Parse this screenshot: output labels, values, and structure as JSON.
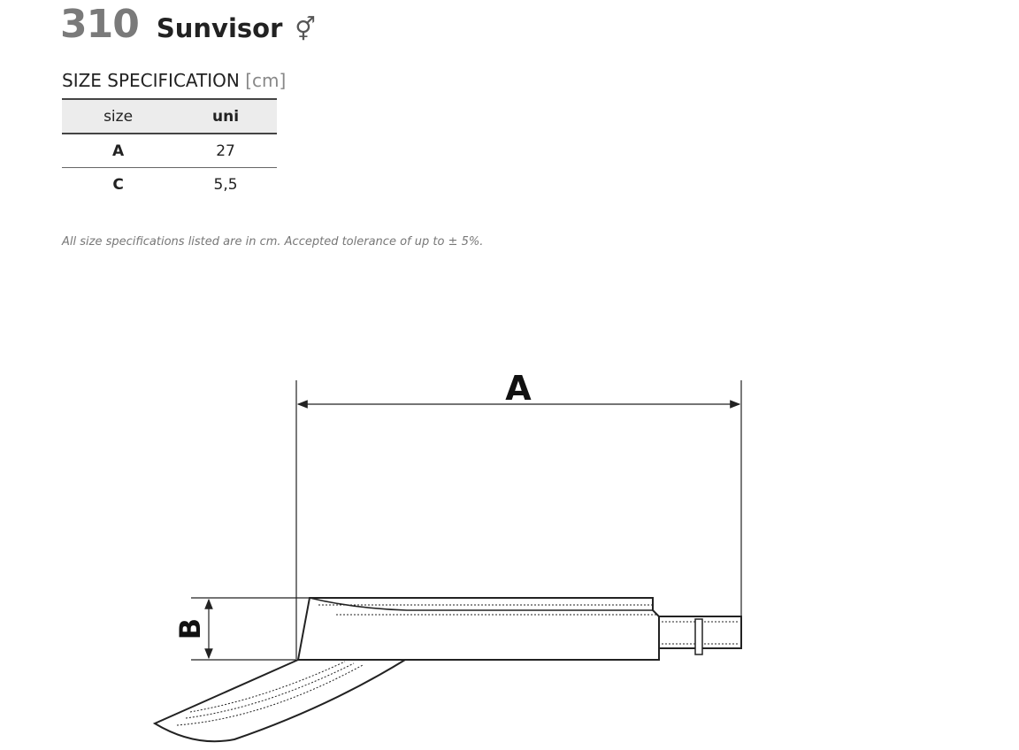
{
  "header": {
    "number": "310",
    "name": "Sunvisor",
    "gender_symbol": "⚥"
  },
  "spec": {
    "title": "SIZE SPECIFICATION",
    "unit": "[cm]"
  },
  "table": {
    "headers": [
      "size",
      "uni"
    ],
    "rows": [
      [
        "A",
        "27"
      ],
      [
        "C",
        "5,5"
      ]
    ]
  },
  "note": "All size specifications listed are in cm. Accepted tolerance of up to ± 5%.",
  "drawing": {
    "label_a": "A",
    "label_b": "B"
  }
}
